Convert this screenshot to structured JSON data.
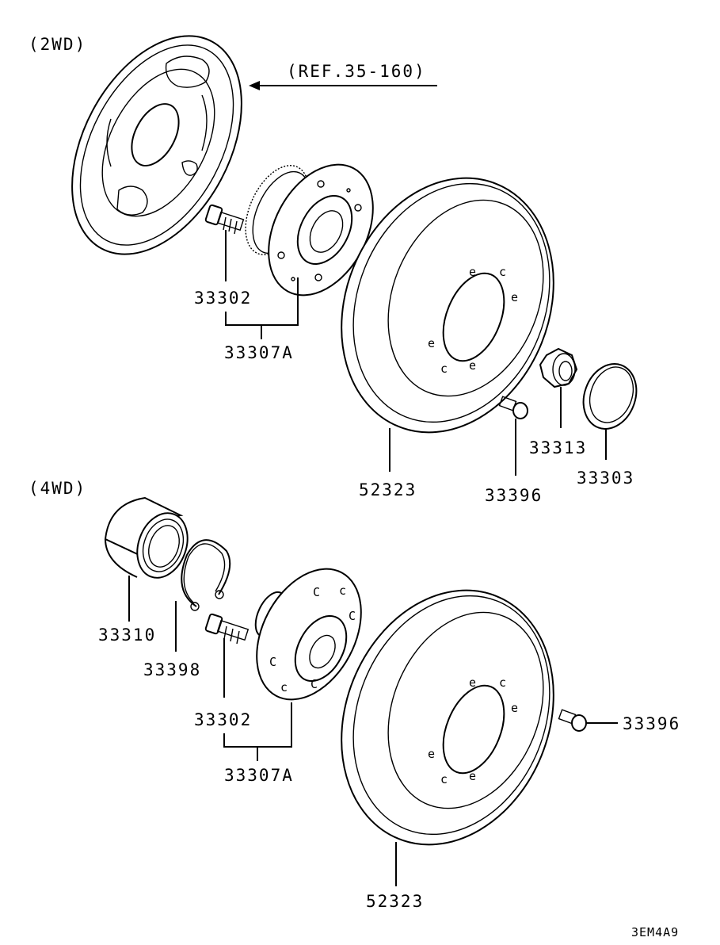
{
  "sections": {
    "two_wd": "(2WD)",
    "four_wd": "(4WD)"
  },
  "reference": "(REF.35-160)",
  "parts_2wd": {
    "hub_bolt": "33302",
    "hub_assembly": "33307A",
    "brake_drum": "52323",
    "hub_nut": "33313",
    "drum_screw": "33396",
    "hub_cap": "33303"
  },
  "parts_4wd": {
    "bearing": "33310",
    "snap_ring": "33398",
    "hub_bolt": "33302",
    "hub_assembly": "33307A",
    "brake_drum": "52323",
    "drum_screw": "33396"
  },
  "diagram_code": "3EM4A9"
}
